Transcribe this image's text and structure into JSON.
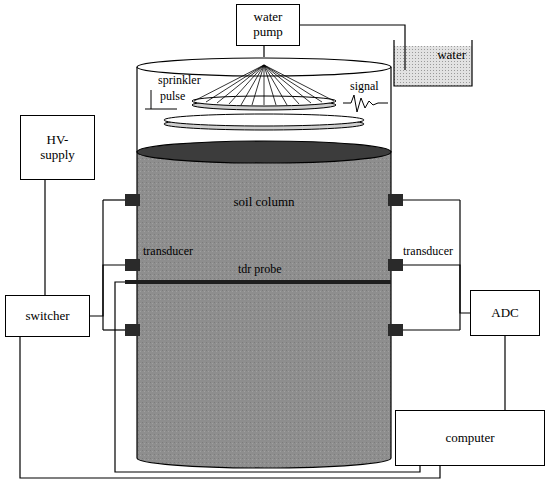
{
  "diagram": {
    "nodes": [
      {
        "text": [
          "water pump"
        ]
      },
      {
        "text": [
          "water"
        ]
      },
      {
        "text": [
          "HV-supply"
        ]
      },
      {
        "text": [
          "soil column"
        ]
      },
      {
        "text": [
          "switcher"
        ]
      },
      {
        "text": [
          "ADC"
        ]
      },
      {
        "text": [
          "computer"
        ]
      }
    ],
    "edges": [
      {
        "from": 0,
        "to": 1,
        "arrow": "none"
      },
      {
        "from": 0,
        "to": 3,
        "arrow": "none"
      },
      {
        "from": 2,
        "to": 4,
        "arrow": "none"
      },
      {
        "from": 4,
        "to": 3,
        "arrow": "none"
      },
      {
        "from": 3,
        "to": 5,
        "arrow": "none"
      },
      {
        "from": 5,
        "to": 6,
        "arrow": "none"
      },
      {
        "from": 4,
        "to": 6,
        "arrow": "none"
      },
      {
        "from": 3,
        "to": 6,
        "arrow": "none"
      }
    ],
    "labels": [
      "sprinkler",
      "pulse",
      "signal",
      "transducer",
      "transducer",
      "tdr probe"
    ]
  }
}
